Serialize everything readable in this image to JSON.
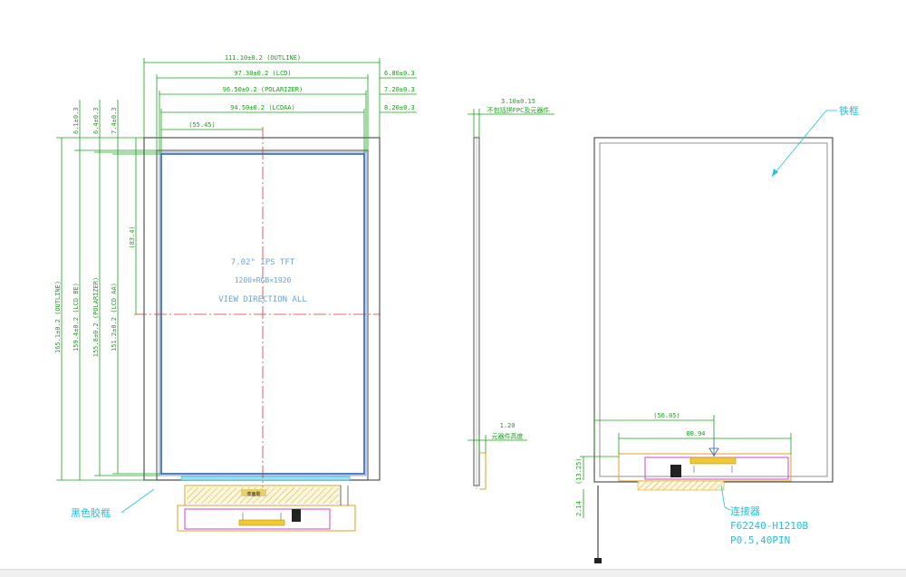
{
  "front": {
    "width_dims": [
      "111.10±0.2 (OUTLINE)",
      "97.30±0.2 (LCD)",
      "96.50±0.2 (POLARIZER)",
      "94.50±0.2 (LCDAA)"
    ],
    "width_center": "(55.45)",
    "right_dims": [
      "6.80±0.3",
      "7.20±0.3",
      "8.20±0.3"
    ],
    "top_dims": [
      "6.1±0.3",
      "6.4±0.3",
      "7.4±0.3"
    ],
    "height_center": "(83.4)",
    "height_dims": [
      "165.1±0.2 (OUTLINE)",
      "159.4±0.2 (LCD BE)",
      "155.8±0.2 (POLARIZER)",
      "151.2±0.2 (LCD AA)"
    ],
    "panel_lines": [
      "7.02\" IPS TFT",
      "1200×RGB×1920",
      "VIEW DIRECTION ALL"
    ],
    "tape_label": "单面胶",
    "black_frame_label": "黑色胶框"
  },
  "side": {
    "top_dim": "3.10±0.15",
    "top_note": "不包括拼FPC及元器件",
    "bottom_dim": "1.20",
    "bottom_note": "元器件高度"
  },
  "back": {
    "iron_frame_label": "铁框",
    "conn_center_dim": "(56.05)",
    "conn_width_dim": "80.94",
    "conn_height_dim": "(13.25)",
    "tail_dim": "2.14",
    "connector_label": "连接器",
    "connector_part": "F62240-H1210B",
    "connector_pitch": "P0.5,40PIN"
  }
}
